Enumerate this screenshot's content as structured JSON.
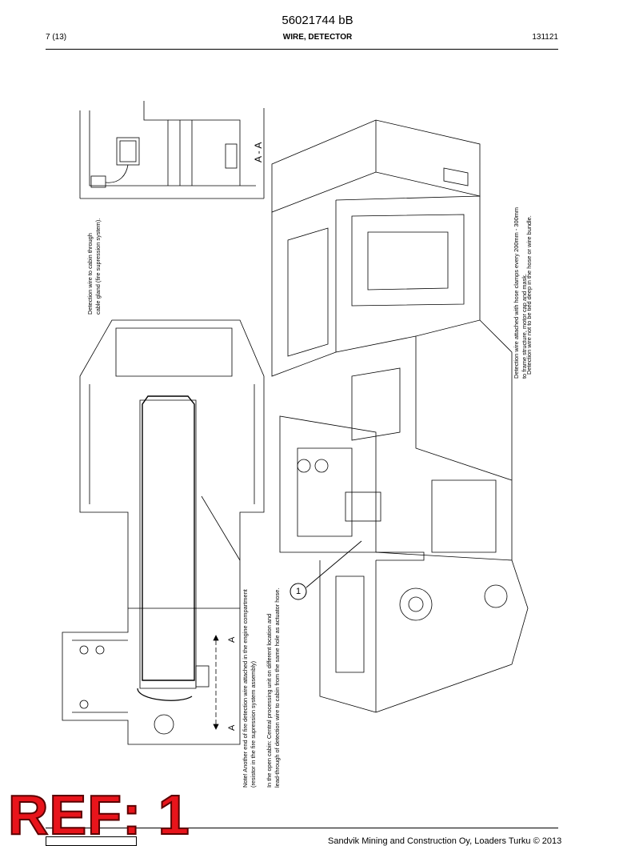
{
  "header": {
    "doc_number": "56021744 bB",
    "page": "7 (13)",
    "title": "WIRE, DETECTOR",
    "date": "131121"
  },
  "notes": {
    "cabin_gland": [
      "Detection wire to cabin through",
      "cable gland (fire supression system)."
    ],
    "section_label": "A - A",
    "hose_clamps": [
      "Detection wire attached with hose clamps every 200mm - 300mm",
      "to frame structure, motor cap and mask."
    ],
    "not_tied": "Detection wire not to be tied deep in the hose or wire bundle.",
    "engine_note": [
      "Note! Another end of fire detection wire attached in the engine compartment",
      "(resistor in the fire supression system assembly)"
    ],
    "open_cabin": [
      "In the open cabin: Central processing unit on different location and",
      "lead-through of detection wire to cabin from the same hole as actuator hose."
    ],
    "section_marker": "A",
    "callout": "1"
  },
  "footer": {
    "copyright": "Sandvik Mining and Construction Oy, Loaders Turku © 2013"
  },
  "stamp": {
    "text": "REF: 1",
    "color": "#e8141b"
  }
}
